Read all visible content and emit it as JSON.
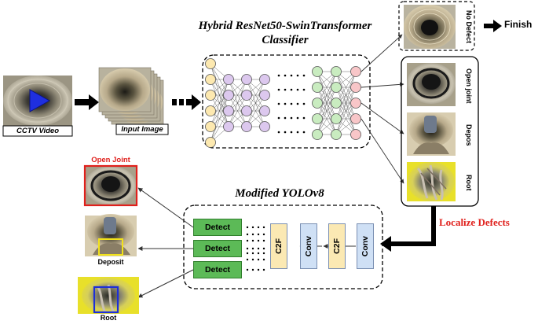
{
  "inputs": {
    "cctv_label": "CCTV Video",
    "input_image_label": "Input Image"
  },
  "classifier": {
    "title_line1": "Hybrid ResNet50-SwinTransformer",
    "title_line2": "Classifier"
  },
  "outcomes": {
    "no_defect": "No Defect",
    "finish": "Finish",
    "open_joint": "Open joint",
    "depos": "Depos",
    "root": "Root"
  },
  "localize": "Localize Defects",
  "yolo": {
    "title": "Modified YOLOv8",
    "detect_labels": [
      "Detect",
      "Detect",
      "Detect"
    ],
    "blocks": [
      "C2F",
      "Conv",
      "C2F",
      "Conv"
    ]
  },
  "results": {
    "open_joint": "Open Joint",
    "deposit": "Deposit",
    "root": "Root"
  },
  "colors": {
    "detect_green": "#5cba57",
    "c2f_yellow": "#fbe9b3",
    "conv_blue": "#cfe0f5",
    "highlight_red": "#e0201c",
    "box_yellow": "#f2e21a",
    "box_blue": "#1d2fd8",
    "play_blue": "#1f2fe0",
    "node_yellow": "#fde9b0",
    "node_purple": "#dcc8ee",
    "node_green": "#c9ecc0",
    "node_pink": "#f8c6c8"
  }
}
